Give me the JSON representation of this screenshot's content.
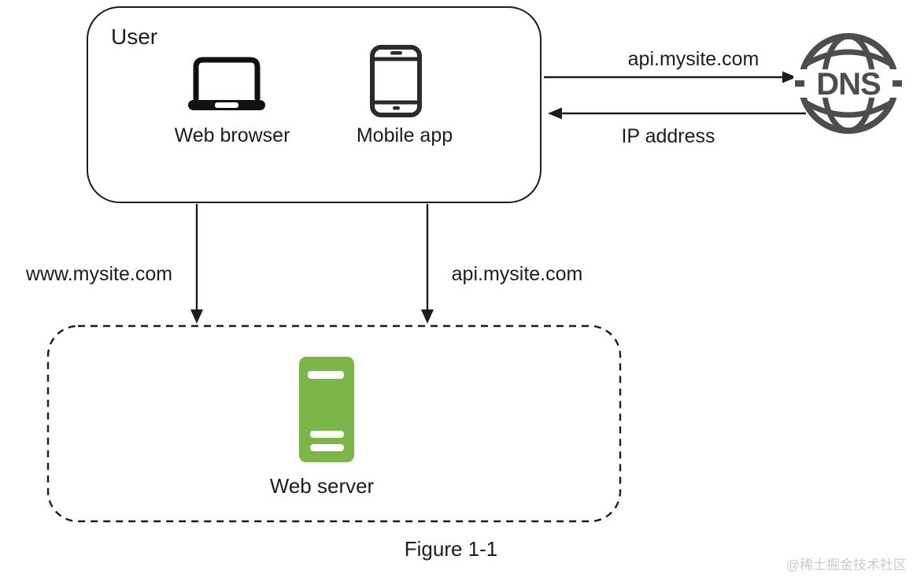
{
  "diagram": {
    "user_box": {
      "title": "User",
      "devices": [
        {
          "icon": "laptop-icon",
          "label": "Web browser"
        },
        {
          "icon": "smartphone-icon",
          "label": "Mobile app"
        }
      ]
    },
    "dns": {
      "label": "DNS",
      "request_label": "api.mysite.com",
      "response_label": "IP address"
    },
    "server_arrows": {
      "web_label": "www.mysite.com",
      "api_label": "api.mysite.com"
    },
    "server_box": {
      "icon": "server-icon",
      "label": "Web server"
    },
    "caption": "Figure 1-1",
    "watermark": "@稀土掘金技术社区"
  },
  "colors": {
    "line_black": "#1c1c1c",
    "dns_gray": "#4d4d4d",
    "server_green": "#7ab648",
    "watermark_gray": "#cbcbcb"
  }
}
